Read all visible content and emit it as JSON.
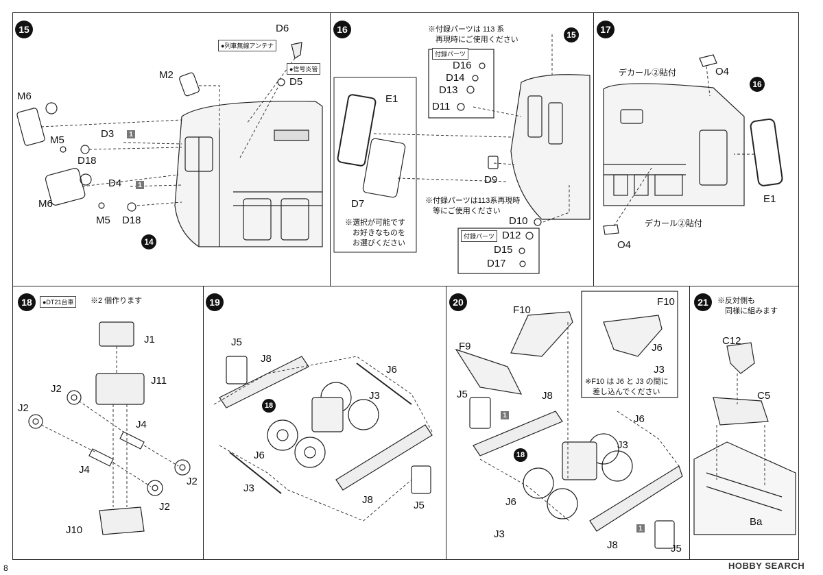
{
  "page_number": "8",
  "watermark": "HOBBY SEARCH",
  "steps": {
    "s15": {
      "number": "15",
      "labels": {
        "D6": "D6",
        "M2": "M2",
        "D5": "D5",
        "M6a": "M6",
        "D3": "D3",
        "M5a": "M5",
        "D18a": "D18",
        "D4": "D4",
        "M6b": "M6",
        "M5b": "M5",
        "D18b": "D18",
        "ref14": "14"
      },
      "tags": {
        "antenna": "●列車無線アンテナ",
        "signal": "●信号炎管"
      },
      "badges": {
        "b1": "1",
        "b2": "1"
      }
    },
    "s16": {
      "number": "16",
      "labels": {
        "E1": "E1",
        "D7": "D7",
        "D9": "D9",
        "D11": "D11",
        "D16": "D16",
        "D14": "D14",
        "D13": "D13",
        "D10": "D10",
        "D12": "D12",
        "D15": "D15",
        "D17": "D17",
        "ref15": "15"
      },
      "note_top": "※付録パーツは 113 系\n　再現時にご使用ください",
      "note_bottom": "※付録パーツは113系再現時\n　等にご使用ください",
      "note_choice": "※選択が可能です\n　お好きなものを\n　お選びください",
      "tag_bonus_a": "付録パーツ",
      "tag_bonus_b": "付録パーツ"
    },
    "s17": {
      "number": "17",
      "labels": {
        "O4a": "O4",
        "E1": "E1",
        "O4b": "O4",
        "ref16": "16"
      },
      "decal_a": "デカール②貼付",
      "decal_b": "デカール②貼付"
    },
    "s18": {
      "number": "18",
      "tag": "●DT21台車",
      "note": "※2 個作ります",
      "labels": {
        "J1": "J1",
        "J11": "J11",
        "J2a": "J2",
        "J2b": "J2",
        "J4a": "J4",
        "J4b": "J4",
        "J2c": "J2",
        "J2d": "J2",
        "J10": "J10"
      }
    },
    "s19": {
      "number": "19",
      "labels": {
        "J5a": "J5",
        "J8a": "J8",
        "J6a": "J6",
        "J3a": "J3",
        "J6b": "J6",
        "J3b": "J3",
        "J8b": "J8",
        "J5b": "J5",
        "ref18": "18"
      }
    },
    "s20": {
      "number": "20",
      "labels": {
        "F10a": "F10",
        "F9": "F9",
        "F10b": "F10",
        "J6a": "J6",
        "J3a": "J3",
        "J5a": "J5",
        "J8a": "J8",
        "J6b": "J6",
        "J3b": "J3",
        "J6c": "J6",
        "J3c": "J3",
        "J8b": "J8",
        "J5b": "J5",
        "ref18": "18"
      },
      "note": "※F10 は J6 と J3 の間に\n　差し込んでください",
      "badges": {
        "b1": "1",
        "b2": "1"
      }
    },
    "s21": {
      "number": "21",
      "note": "※反対側も\n　同様に組みます",
      "labels": {
        "C12": "C12",
        "C5": "C5",
        "Ba": "Ba"
      }
    }
  }
}
